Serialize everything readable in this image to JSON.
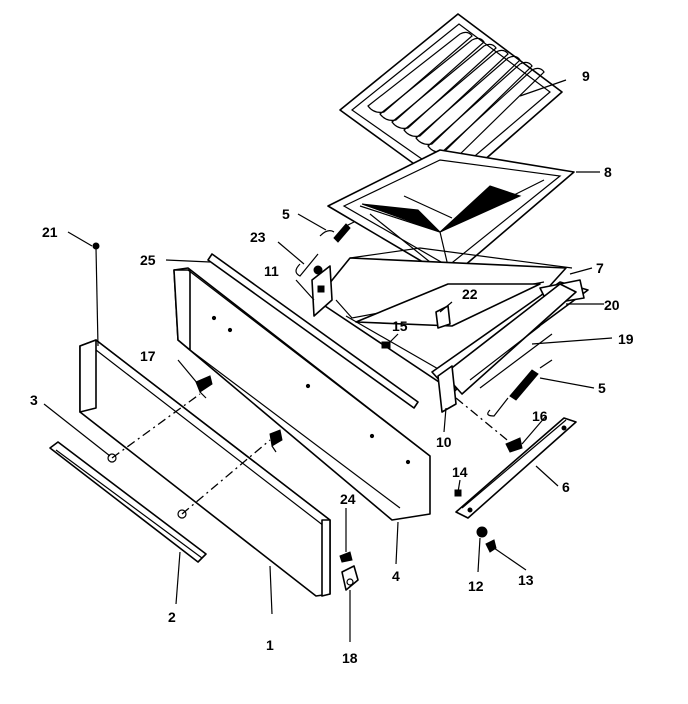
{
  "callouts": {
    "c1": "1",
    "c2": "2",
    "c3": "3",
    "c4": "4",
    "c5a": "5",
    "c5b": "5",
    "c6": "6",
    "c7": "7",
    "c8": "8",
    "c9": "9",
    "c10": "10",
    "c11": "11",
    "c12": "12",
    "c13": "13",
    "c14": "14",
    "c15": "15",
    "c16": "16",
    "c17": "17",
    "c18": "18",
    "c19": "19",
    "c20": "20",
    "c21": "21",
    "c22": "22",
    "c23": "23",
    "c24": "24",
    "c25": "25"
  }
}
